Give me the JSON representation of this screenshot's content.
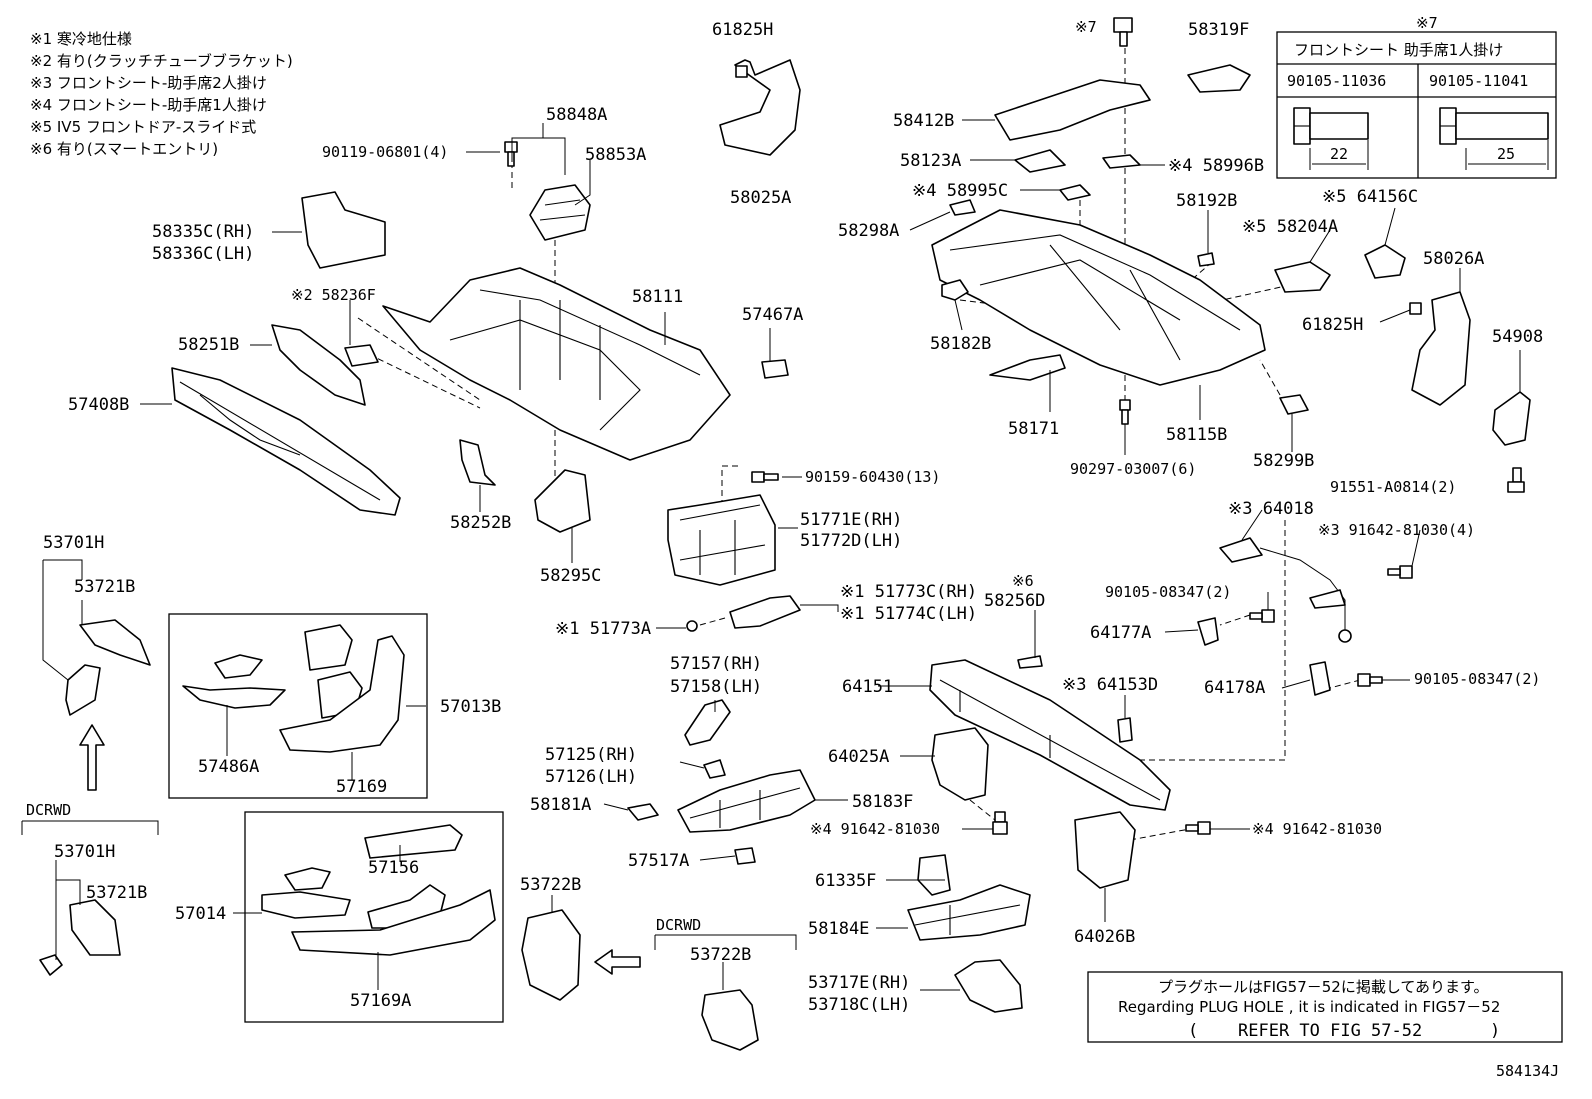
{
  "notes": [
    "※1 寒冷地仕様",
    "※2 有り(クラッチチューブブラケット)",
    "※3 フロントシート-助手席2人掛け",
    "※4 フロントシート-助手席1人掛け",
    "※5 IV5 フロントドア-スライド式",
    "※6 有り(スマートエントリ)"
  ],
  "bolt_table": {
    "mark": "※7",
    "header": "フロントシート 助手席1人掛け",
    "col1_part": "90105-11036",
    "col2_part": "90105-11041",
    "col1_length": "22",
    "col2_length": "25"
  },
  "plug_note": {
    "jp": "プラグホールはFIG57－52に掲載してあります。",
    "en": "Regarding PLUG HOLE , it is indicated in FIG57－52",
    "ref_open": "(",
    "ref": "REFER TO FIG 57-52",
    "ref_close": ")"
  },
  "figure_id": "584134J",
  "labels": {
    "p61825H_top": "61825H",
    "p58025A": "58025A",
    "p58848A": "58848A",
    "p58853A": "58853A",
    "p90119": "90119-06801(4)",
    "p58335C": "58335C(RH)",
    "p58336C": "58336C(LH)",
    "p58236F": "※2 58236F",
    "p58111": "58111",
    "p57467A": "57467A",
    "p58251B": "58251B",
    "p57408B": "57408B",
    "p58252B": "58252B",
    "p58295C": "58295C",
    "p90159": "90159-60430(13)",
    "p51771E": "51771E(RH)",
    "p51772D": "51772D(LH)",
    "p51773C": "※1 51773C(RH)",
    "p51774C": "※1 51774C(LH)",
    "p51773A": "※1 51773A",
    "p53701H": "53701H",
    "p53721B": "53721B",
    "p57013B": "57013B",
    "p57486A": "57486A",
    "p57169": "57169",
    "dcrwd": "DCRWD",
    "p53701H_b": "53701H",
    "p53721B_b": "53721B",
    "p57014": "57014",
    "p57156": "57156",
    "p57169A": "57169A",
    "p53722B": "53722B",
    "dcrwd_b": "DCRWD",
    "p53722B_b": "53722B",
    "p57157": "57157(RH)",
    "p57158": "57158(LH)",
    "p57125": "57125(RH)",
    "p57126": "57126(LH)",
    "p58181A": "58181A",
    "p58183F": "58183F",
    "p57517A": "57517A",
    "p61335F": "61335F",
    "p58184E": "58184E",
    "p53717E": "53717E(RH)",
    "p53718C": "53718C(LH)",
    "p7bolt": "※7",
    "p58319F": "58319F",
    "p58412B": "58412B",
    "p58123A": "58123A",
    "p58996B": "※4 58996B",
    "p58995C": "※4 58995C",
    "p58298A": "58298A",
    "p58192B": "58192B",
    "p58204A": "※5 58204A",
    "p64156C": "※5 64156C",
    "p58026A": "58026A",
    "p61825H_r": "61825H",
    "p54908": "54908",
    "p58182B": "58182B",
    "p58171": "58171",
    "p58115B": "58115B",
    "p90297": "90297-03007(6)",
    "p58299B": "58299B",
    "p91551": "91551-A0814(2)",
    "p64018": "※3 64018",
    "p91642_4": "※3 91642-81030(4)",
    "p90105a": "90105-08347(2)",
    "p64177A": "64177A",
    "p58256D_m": "※6",
    "p58256D": "58256D",
    "p64151": "64151",
    "p64153D": "※3 64153D",
    "p64178A": "64178A",
    "p90105b": "90105-08347(2)",
    "p64025A": "64025A",
    "p91642_l": "※4 91642-81030",
    "p91642_r": "※4 91642-81030",
    "p64026B": "64026B"
  }
}
